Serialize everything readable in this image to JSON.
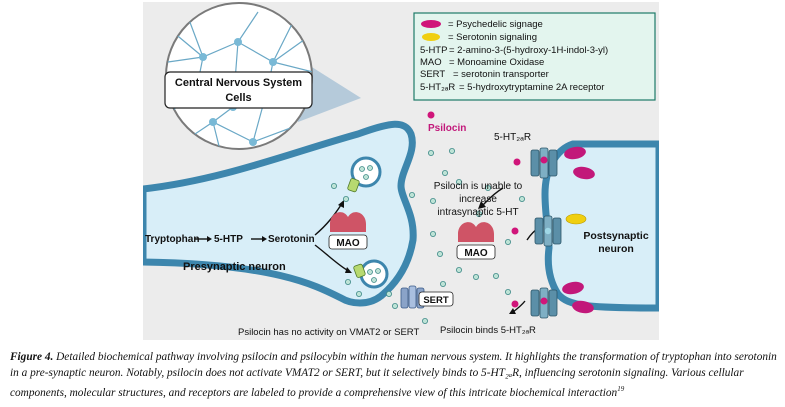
{
  "figure": {
    "cns_label": "Central Nervous System Cells",
    "legend": [
      {
        "key": "",
        "text": "= Psychedelic signage",
        "color": "#d0157a"
      },
      {
        "key": "",
        "text": "= Serotonin signaling",
        "color": "#f0cf10"
      },
      {
        "key": "5-HTP",
        "text": "= 2-amino-3-(5-hydroxy-1H-indol-3-yl)"
      },
      {
        "key": "MAO",
        "text": "= Monoamine Oxidase"
      },
      {
        "key": "SERT",
        "text": "= serotonin transporter"
      },
      {
        "key": "5-HT₂ₐR",
        "text": "= 5-hydroxytryptamine 2A receptor"
      }
    ],
    "pathway": {
      "tryptophan": "Tryptophan",
      "htp": "5-HTP",
      "serotonin": "Serotonin"
    },
    "labels": {
      "presynaptic": "Presynaptic neuron",
      "postsynaptic": "Postsynaptic neuron",
      "mao_pre": "MAO",
      "mao_cleft": "MAO",
      "sert": "SERT",
      "psilocin": "Psilocin",
      "receptor": "5-HT₂ₐR",
      "unable": "Psilocin is unable to increase intrasynaptic 5-HT",
      "no_activity": "Psilocin has no activity on VMAT2 or SERT",
      "binds": "Psilocin binds 5-HT₂ₐR"
    },
    "colors": {
      "neuron": "#d8eef8",
      "membrane": "#3d86ad",
      "psilocin": "#d0157a",
      "serotonin": "#f0cf10",
      "mao": "#cf5466",
      "legend_bg": "#e3f5ee",
      "legend_border": "#1d7a68"
    }
  },
  "caption": {
    "label": "Figure 4.",
    "text": "Detailed biochemical pathway involving psilocin and psilocybin within the human nervous system. It highlights the transformation of tryptophan into serotonin in a pre-synaptic neuron. Notably, psilocin does not activate VMAT2 or SERT, but it selectively binds to 5-HT₂ₐR, influencing serotonin signaling. Various cellular components, molecular structures, and receptors are labeled to provide a comprehensive view of this intricate biochemical interaction",
    "ref": "19"
  }
}
